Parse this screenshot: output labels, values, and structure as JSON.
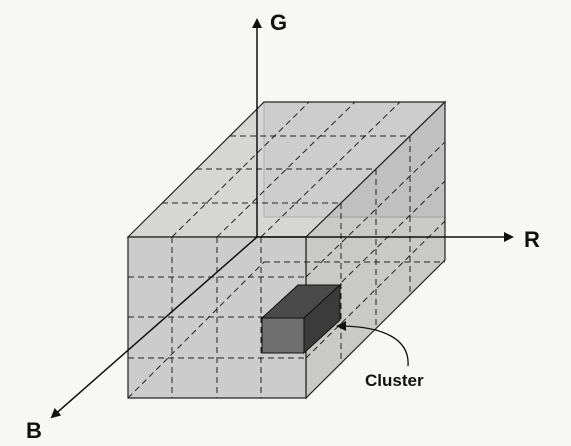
{
  "axes": {
    "g": "G",
    "r": "R",
    "b": "B"
  },
  "cluster_label": "Cluster",
  "colors": {
    "cube_face": "#c4c4c4",
    "cube_top": "#cdcdcd",
    "cube_side": "#bdbdbd",
    "cluster_front": "#6f6f6f",
    "cluster_top": "#4a4a4a",
    "cluster_side": "#3b3b3b",
    "ink": "#111111"
  }
}
